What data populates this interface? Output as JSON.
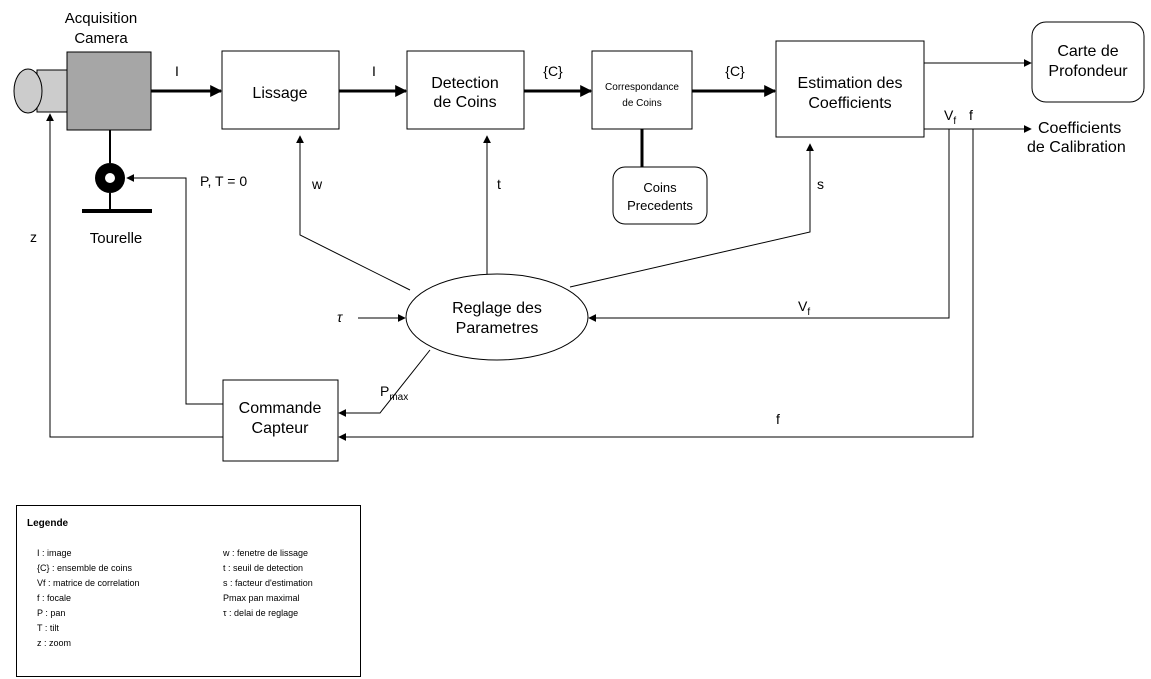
{
  "blocks": {
    "camera": [
      "Acquisition",
      "Camera"
    ],
    "tourelle": "Tourelle",
    "lissage": "Lissage",
    "detection": [
      "Detection",
      "de Coins"
    ],
    "correspondance": [
      "Correspondance",
      "de Coins"
    ],
    "estimation": [
      "Estimation des",
      "Coefficients"
    ],
    "carte": [
      "Carte de",
      "Profondeur"
    ],
    "coins_prec": [
      "Coins",
      "Precedents"
    ],
    "reglage": [
      "Reglage des",
      "Parametres"
    ],
    "commande": [
      "Commande",
      "Capteur"
    ],
    "coef_calib": [
      "Coefficients",
      "de Calibration"
    ]
  },
  "signals": {
    "I1": "I",
    "I2": "I",
    "C1": "{C}",
    "C2": "{C}",
    "vf_top_v": "V",
    "vf_top_sub": "f",
    "f_top": "f",
    "pt0": "P, T = 0",
    "w": "w",
    "t": "t",
    "s": "s",
    "z": "z",
    "tau": "τ",
    "vf_mid_v": "V",
    "vf_mid_sub": "f",
    "pmax_p": "P",
    "pmax_sub": "max",
    "f_bottom": "f"
  },
  "legend": {
    "title": "Legende",
    "left": [
      "I : image",
      "{C} : ensemble de coins",
      "Vf : matrice de correlation",
      "f : focale",
      "P : pan",
      "T : tilt",
      "z : zoom"
    ],
    "right": [
      "w : fenetre de lissage",
      "t : seuil de detection",
      "s : facteur d'estimation",
      "Pmax pan maximal",
      "τ : delai de reglage"
    ]
  }
}
